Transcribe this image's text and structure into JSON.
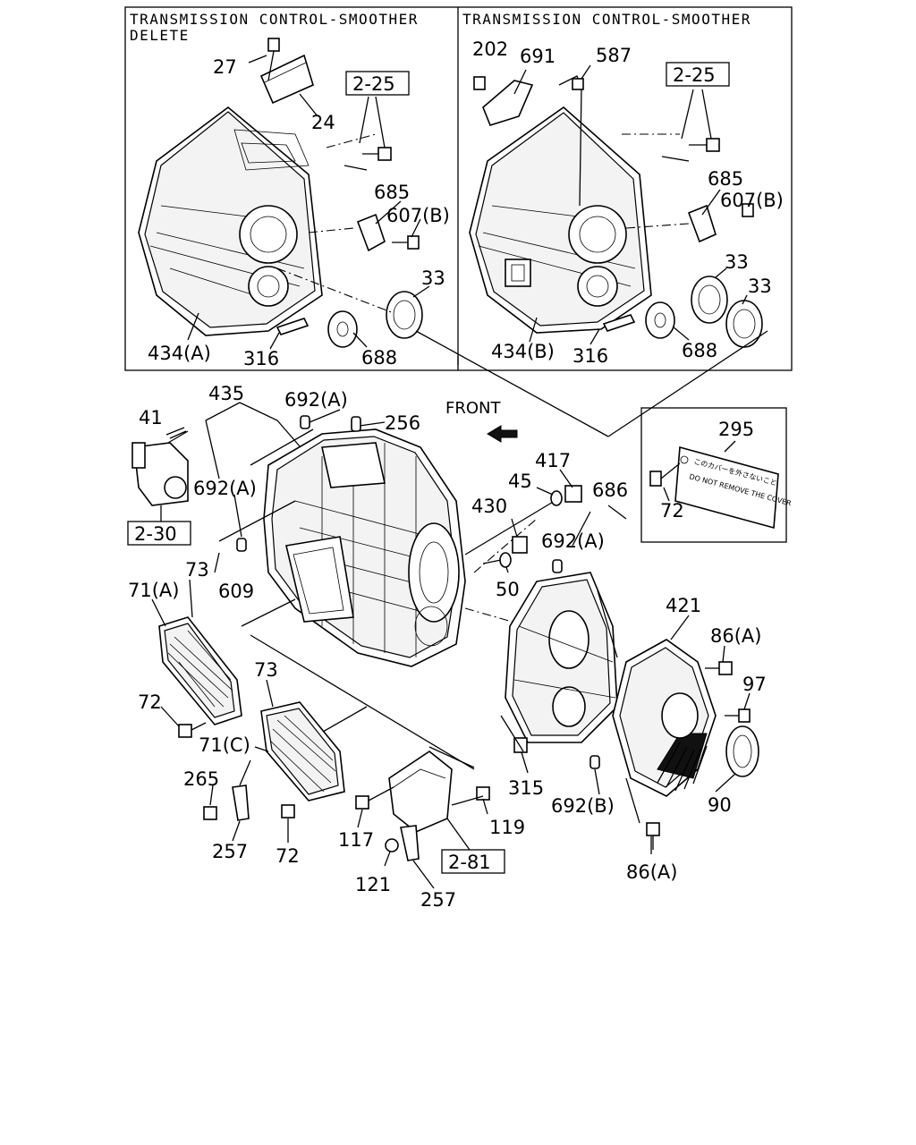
{
  "headers": {
    "left_line1": "TRANSMISSION CONTROL-SMOOTHER",
    "left_line2": "DELETE",
    "right_line1": "TRANSMISSION CONTROL-SMOOTHER"
  },
  "front_label": "FRONT",
  "sticker": {
    "line1": "このカバーを外さないこと",
    "line2": "DO NOT REMOVE THE COVER"
  },
  "refs": {
    "ref_2_25_left": "2-25",
    "ref_2_25_right": "2-25",
    "ref_2_30": "2-30",
    "ref_2_81": "2-81"
  },
  "parts": {
    "p27": "27",
    "p24": "24",
    "p685_l": "685",
    "p607b_l": "607(B)",
    "p33_l": "33",
    "p434a": "434(A)",
    "p316_l": "316",
    "p688_l": "688",
    "p202": "202",
    "p691": "691",
    "p587": "587",
    "p685_r": "685",
    "p607b_r": "607(B)",
    "p33_r1": "33",
    "p33_r2": "33",
    "p434b": "434(B)",
    "p316_r": "316",
    "p688_r": "688",
    "p435": "435",
    "p692a_1": "692(A)",
    "p256": "256",
    "p41": "41",
    "p692a_2": "692(A)",
    "p295": "295",
    "p72_sticker": "72",
    "p417": "417",
    "p45": "45",
    "p686": "686",
    "p430": "430",
    "p692a_3": "692(A)",
    "p50": "50",
    "p609": "609",
    "p73_1": "73",
    "p71a": "71(A)",
    "p421": "421",
    "p86a_1": "86(A)",
    "p97": "97",
    "p72_1": "72",
    "p73_2": "73",
    "p71c": "71(C)",
    "p265": "265",
    "p315": "315",
    "p692b": "692(B)",
    "p90": "90",
    "p119": "119",
    "p117": "117",
    "p257_1": "257",
    "p72_2": "72",
    "p121": "121",
    "p257_2": "257",
    "p86a_2": "86(A)"
  }
}
